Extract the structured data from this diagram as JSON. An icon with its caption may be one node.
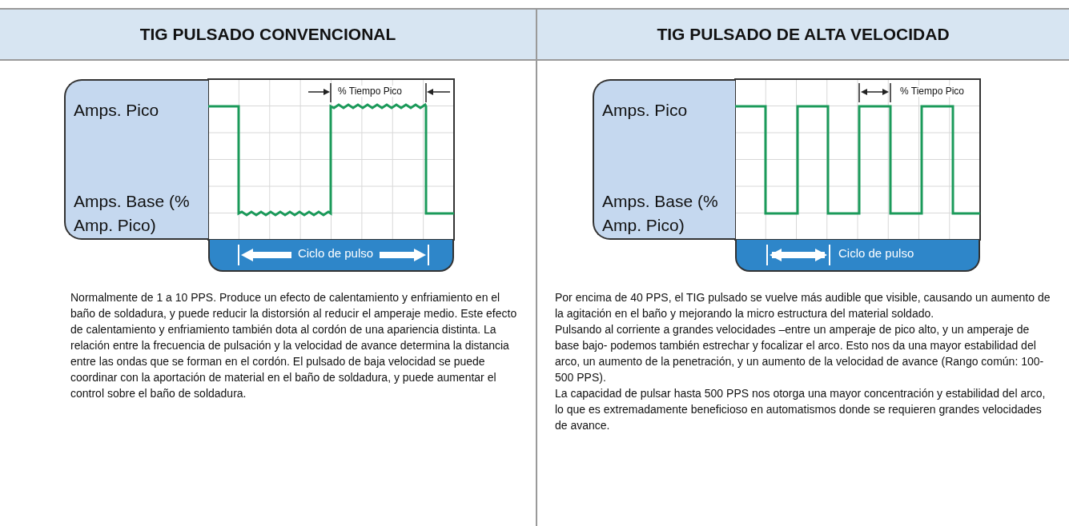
{
  "diagram": {
    "nodes": [
      {
        "text": [
          "TIG PULSADO CONVENCIONAL",
          "Normalmente de 1 a 10 PPS. Produce un efecto de calentamiento y enfriamiento en el baño de soldadura, y puede reducir la distorsión al reducir el amperaje medio. Este efecto de calentamiento y enfriamiento también dota al cordón de una apariencia distinta. La relación entre la frecuencia de pulsación y la velocidad de avance determina la distancia entre las ondas que se forman en el cordón. El pulsado de baja velocidad se puede coordinar con la aportación de material en el baño de soldadura, y puede aumentar el control sobre el baño de soldadura."
        ]
      },
      {
        "text": [
          "Amps. Pico",
          "Amps. Base (% Amp. Pico)"
        ],
        "in": 0
      },
      {
        "text": [
          "Ciclo de pulso"
        ],
        "in": 0
      },
      {
        "text": [
          "TIG PULSADO DE ALTA VELOCIDAD",
          "Por encima de 40 PPS, el TIG pulsado se vuelve más audible que visible, causando un aumento de la agitación en el baño y mejorando la micro estructura del material soldado.",
          "Pulsando al corriente a grandes velocidades –entre un amperaje de pico alto, y un amperaje de base bajo- podemos también estrechar y focalizar el arco. Esto nos da una mayor estabilidad del arco, un aumento de la penetración, y un aumento de la velocidad de avance (Rango común: 100- 500 PPS).",
          "La capacidad de pulsar hasta 500 PPS nos otorga una mayor  concentración y estabilidad del arco, lo que es extremadamente beneficioso en automatismos donde se requieren grandes velocidades de avance."
        ]
      },
      {
        "text": [
          "Amps. Pico",
          "Amps. Base (% Amp. Pico)"
        ],
        "in": 3
      },
      {
        "text": [
          "Ciclo de pulso"
        ],
        "in": 3
      }
    ],
    "labels": [
      "% Tiempo Pico",
      "% Tiempo Pico"
    ]
  }
}
